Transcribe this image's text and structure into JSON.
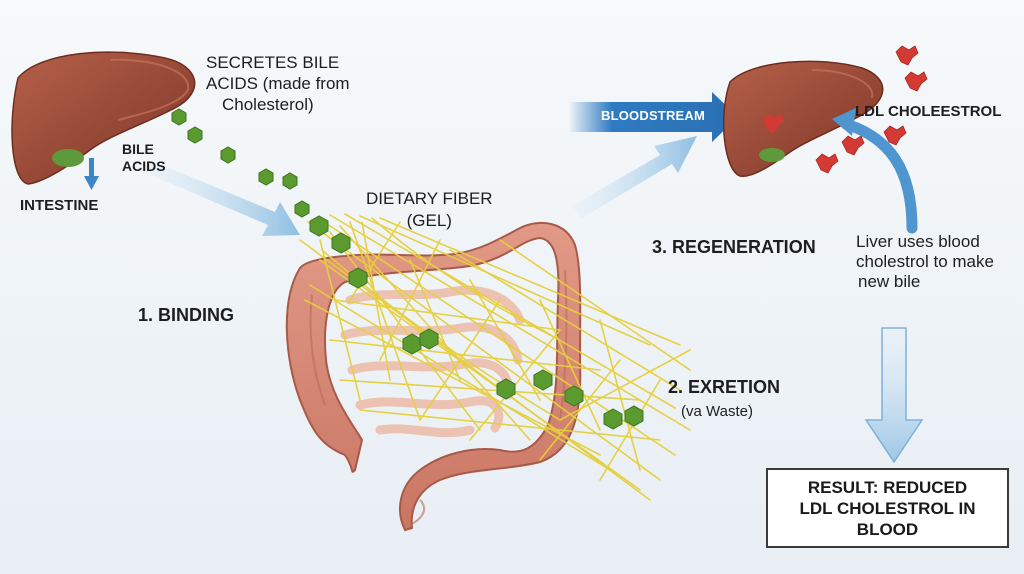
{
  "labels": {
    "secretes": [
      "SECRETES BILE",
      "ACIDS (made from",
      "Cholesterol)"
    ],
    "bile_acids": [
      "BILE",
      "ACIDS"
    ],
    "intestine": "INTESTINE",
    "dietary_fiber": [
      "DIETARY FIBER",
      "(GEL)"
    ],
    "binding": "1. BINDING",
    "regeneration": "3. REGENERATION",
    "excretion": "2. EXRETION",
    "excretion_sub": "(va Waste)",
    "bloodstream": "BLOODSTREAM",
    "ldl": "LDL CHOLEESTROL",
    "liver_note": [
      "Liver uses blood",
      "cholestrol to make",
      "new bile"
    ],
    "result": [
      "RESULT: REDUCED",
      "LDL CHOLESTROL IN",
      "BLOOD"
    ]
  },
  "colors": {
    "liver": "#9b4a37",
    "colon": "#d98a78",
    "fiber": "#e6cf3a",
    "bile_acid": "#5a9a2e",
    "ldl": "#d33a34",
    "arrow_blue": "#2c7fc0"
  }
}
